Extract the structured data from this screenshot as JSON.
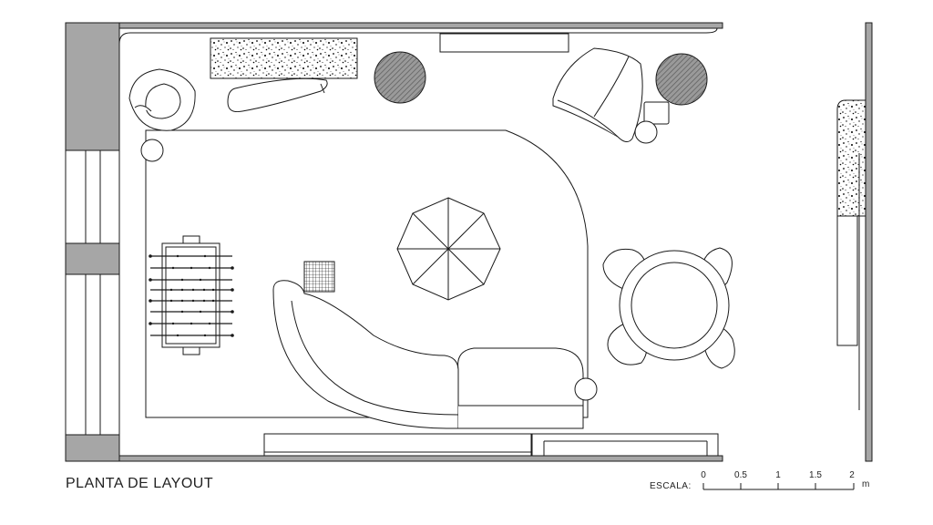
{
  "drawing_title": "PLANTA DE LAYOUT",
  "scale": {
    "label": "ESCALA:",
    "ticks": [
      "0",
      "0.5",
      "1",
      "1.5",
      "2"
    ],
    "unit": "m"
  },
  "colors": {
    "wall_fill": "#a6a6a6",
    "line": "#1a1a1a",
    "planter_fill": "#7a7a7a"
  }
}
